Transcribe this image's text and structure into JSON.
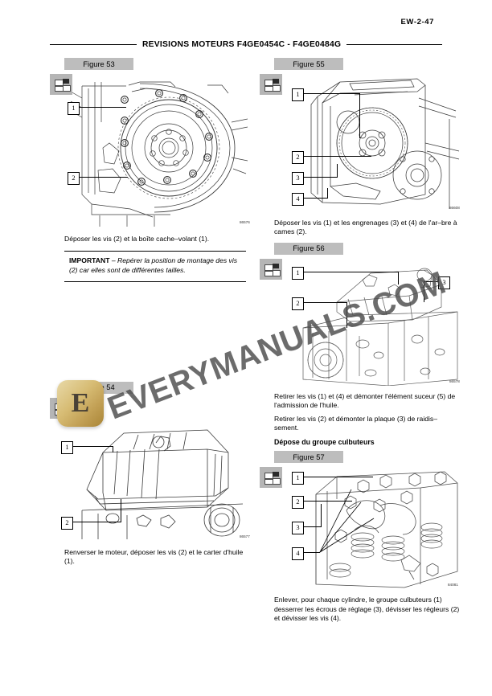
{
  "header": {
    "page_code": "EW-2-47",
    "title": "REVISIONS MOTEURS F4GE0454C - F4GE0484G"
  },
  "watermark": {
    "text": "EVERYMANUALS.COM",
    "logo_glyph": "E",
    "logo_color": "#c2a055"
  },
  "left_column": {
    "figure_53": {
      "label": "Figure 53",
      "ref_code": "86576",
      "icon": "disassembly-icon",
      "callouts": [
        "1",
        "2"
      ],
      "caption": "Déposer les vis (2) et la boîte cache–volant (1)."
    },
    "important": {
      "keyword": "IMPORTANT",
      "text": "– Repérer la position de montage des vis (2) car elles sont de différentes tailles."
    },
    "figure_54": {
      "label": "Figure 54",
      "ref_code": "86577",
      "icon": "disassembly-icon",
      "callouts": [
        "1",
        "2"
      ],
      "caption": "Renverser le moteur, déposer les vis (2) et le carter d'huile (1)."
    }
  },
  "right_column": {
    "figure_55": {
      "label": "Figure 55",
      "ref_code": "86608",
      "icon": "disassembly-icon",
      "callouts": [
        "1",
        "2",
        "3",
        "4"
      ],
      "caption": "Déposer les vis (1) et les engrenages (3) et (4) de l'ar–bre à cames (2)."
    },
    "figure_56": {
      "label": "Figure 56",
      "ref_code": "86578",
      "icon": "disassembly-icon",
      "callouts": [
        "1",
        "2",
        "3"
      ],
      "caption_1": "Retirer les vis (1) et (4) et démonter l'élément suceur (5) de l'admission de l'huile.",
      "caption_2": "Retirer les vis (2) et démonter la plaque (3) de raidis–sement."
    },
    "section_heading": "Dépose du groupe culbuteurs",
    "figure_57": {
      "label": "Figure 57",
      "ref_code": "84081",
      "icon": "disassembly-icon",
      "callouts": [
        "1",
        "2",
        "3",
        "4"
      ],
      "caption": "Enlever, pour chaque cylindre, le groupe culbuteurs (1) desserrer les écrous de réglage (3), dévisser les régleurs (2) et dévisser les vis (4)."
    }
  }
}
